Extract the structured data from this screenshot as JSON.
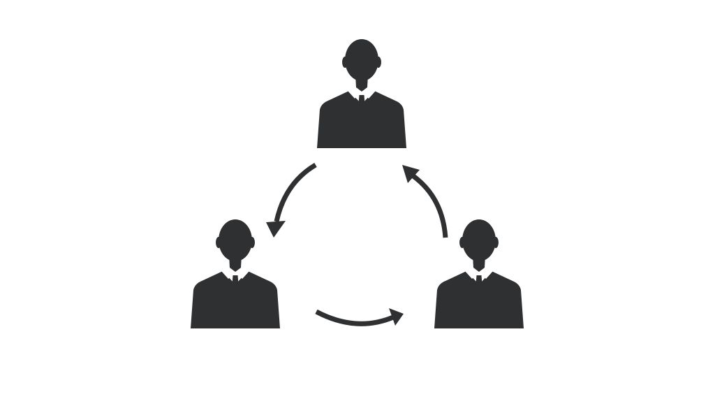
{
  "colors": {
    "background": "#ffffff",
    "icon": "#2f3032"
  },
  "diagram": {
    "nodes": [
      {
        "id": "person-top",
        "icon": "businessman-icon"
      },
      {
        "id": "person-left",
        "icon": "businessman-icon"
      },
      {
        "id": "person-right",
        "icon": "businessman-icon"
      }
    ],
    "edges": [
      {
        "from": "person-top",
        "to": "person-left",
        "icon": "curved-arrow-icon"
      },
      {
        "from": "person-left",
        "to": "person-right",
        "icon": "curved-arrow-icon"
      },
      {
        "from": "person-right",
        "to": "person-top",
        "icon": "curved-arrow-icon"
      }
    ]
  }
}
